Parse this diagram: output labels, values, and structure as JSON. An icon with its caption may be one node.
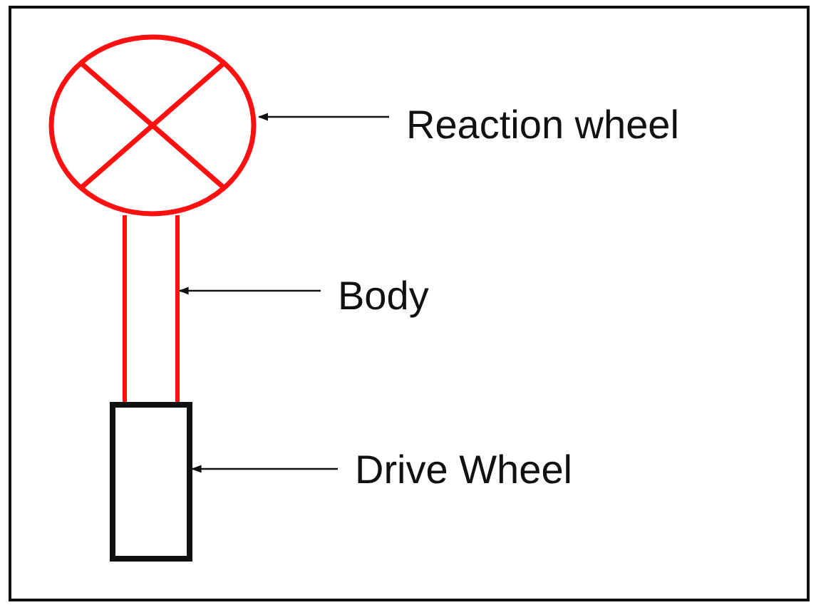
{
  "diagram": {
    "nodes": [
      {
        "text": [
          "Reaction wheel"
        ]
      },
      {
        "text": [
          "Body"
        ]
      },
      {
        "text": [
          "Drive Wheel"
        ]
      },
      {
        "text": [],
        "shape": "circle"
      },
      {
        "text": [],
        "shape": "bar"
      },
      {
        "text": [],
        "shape": "box"
      }
    ],
    "edges": [
      {
        "from": 0,
        "to": 3,
        "arrow": "to"
      },
      {
        "from": 1,
        "to": 4,
        "arrow": "to"
      },
      {
        "from": 2,
        "to": 5,
        "arrow": "to"
      }
    ]
  }
}
